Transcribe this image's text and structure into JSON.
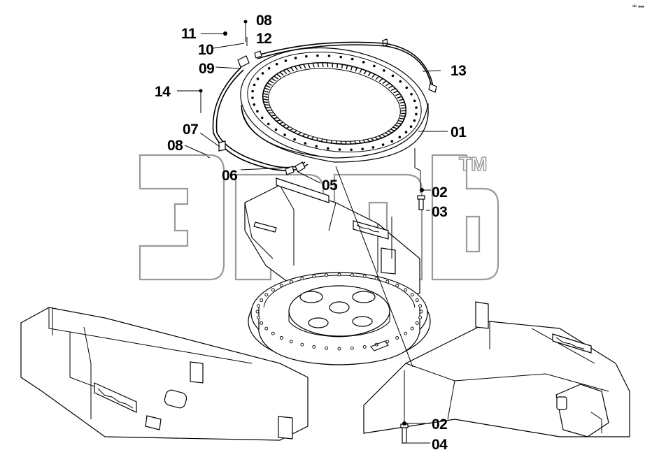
{
  "diagram": {
    "corner_mark": "ᵃᵇ ▪▪▪",
    "watermark": {
      "trademark": "TM"
    },
    "callouts": [
      {
        "id": "c08a",
        "label": "08"
      },
      {
        "id": "c11",
        "label": "11"
      },
      {
        "id": "c12",
        "label": "12"
      },
      {
        "id": "c10",
        "label": "10"
      },
      {
        "id": "c09",
        "label": "09"
      },
      {
        "id": "c13",
        "label": "13"
      },
      {
        "id": "c14",
        "label": "14"
      },
      {
        "id": "c01",
        "label": "01"
      },
      {
        "id": "c07",
        "label": "07"
      },
      {
        "id": "c08b",
        "label": "08"
      },
      {
        "id": "c06",
        "label": "06"
      },
      {
        "id": "c05",
        "label": "05"
      },
      {
        "id": "c02a",
        "label": "02"
      },
      {
        "id": "c03",
        "label": "03"
      },
      {
        "id": "c02b",
        "label": "02"
      },
      {
        "id": "c04",
        "label": "04"
      }
    ]
  }
}
